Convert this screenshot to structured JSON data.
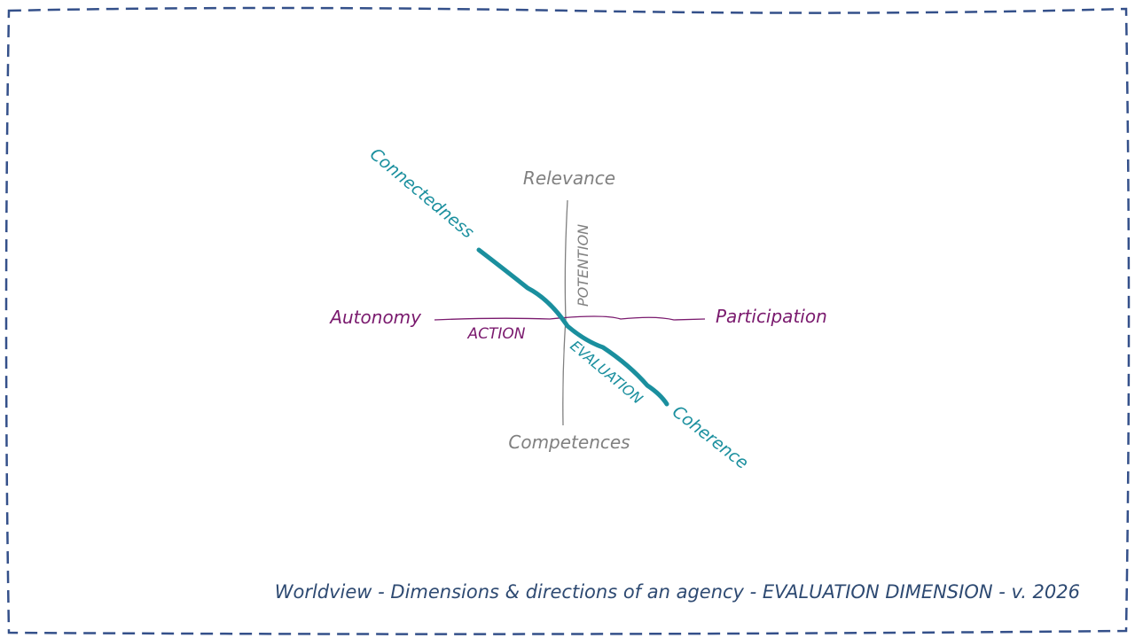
{
  "colors": {
    "border": "#34508a",
    "evaluation": "#1a8f9e",
    "action": "#7a1a6e",
    "potention": "#808080",
    "footer": "#2e4a72"
  },
  "axes": {
    "evaluation": {
      "name": "EVALUATION",
      "start": "Connectedness",
      "end": "Coherence"
    },
    "action": {
      "name": "ACTION",
      "start": "Autonomy",
      "end": "Participation"
    },
    "potention": {
      "name": "POTENTION",
      "start": "Relevance",
      "end": "Competences"
    }
  },
  "footer": "Worldview - Dimensions & directions of an agency - EVALUATION DIMENSION - v. 2026"
}
